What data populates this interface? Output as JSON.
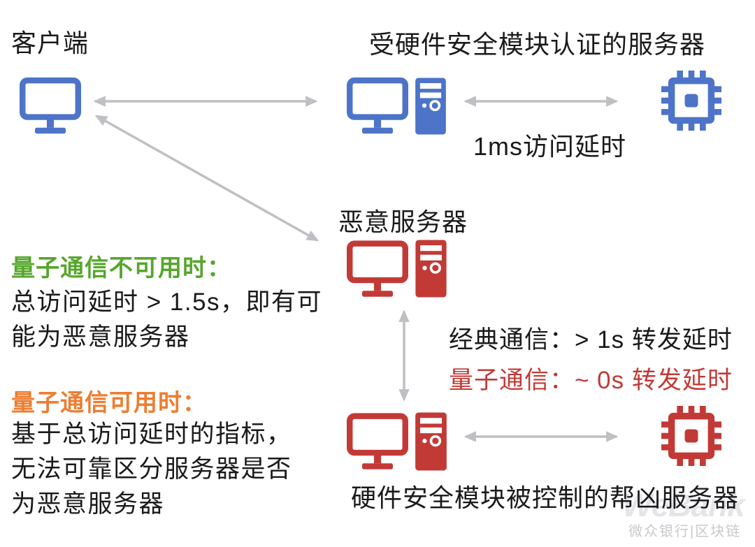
{
  "colors": {
    "blue": "#4D74C8",
    "red": "#C23A36",
    "green": "#56A62C",
    "orange": "#ED7D31",
    "ink": "#1A1A1A",
    "arrow": "#BFBFC4",
    "watermark-logo": "#E4E4E9",
    "watermark-tagline": "#C9C9CE"
  },
  "nodes": {
    "client": {
      "label": "客户端"
    },
    "trusted_server": {
      "label": "受硬件安全模块认证的服务器",
      "hsm_latency": "1ms访问延时"
    },
    "malicious_server": {
      "label": "恶意服务器"
    },
    "accomplice_server": {
      "label": "硬件安全模块被控制的帮凶服务器"
    }
  },
  "relay": {
    "classical": "经典通信：> 1s 转发延时",
    "quantum": "量子通信：~ 0s 转发延时"
  },
  "notes": {
    "quantum_unavailable": {
      "heading": "量子通信不可用时：",
      "lines": [
        "总访问延时 > 1.5s，即有可",
        "能为恶意服务器"
      ]
    },
    "quantum_available": {
      "heading": "量子通信可用时：",
      "lines": [
        "基于总访问延时的指标，",
        "无法可靠区分服务器是否",
        "为恶意服务器"
      ]
    }
  },
  "watermark": {
    "logo": "WeBank",
    "tagline": "微众银行|区块链"
  }
}
